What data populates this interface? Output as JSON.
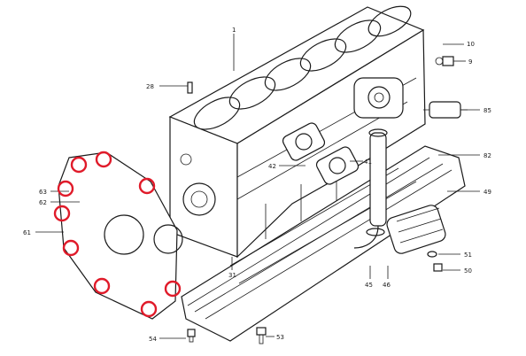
{
  "labels": {
    "l1": "1",
    "l10": "10",
    "l9": "9",
    "l28": "28",
    "l85": "85",
    "l82": "82",
    "l41": "41",
    "l42": "42",
    "l49": "49",
    "l63": "63",
    "l62": "62",
    "l61": "61",
    "l31": "31",
    "l51": "51",
    "l50": "50",
    "l45": "45",
    "l46": "46",
    "l54": "54",
    "l53": "53"
  },
  "colors": {
    "line": "#1a1a1a",
    "highlight": "#e01b2a",
    "background": "#ffffff"
  }
}
